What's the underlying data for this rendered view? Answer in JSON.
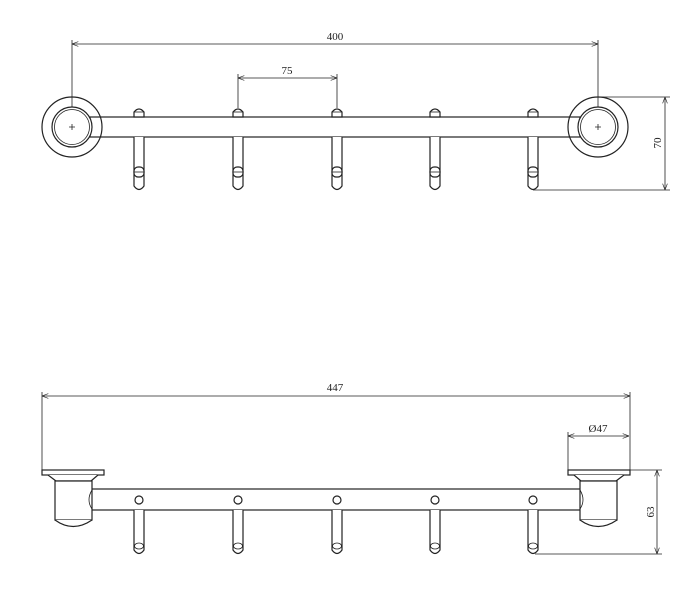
{
  "top_view": {
    "dim_overall_width": "400",
    "dim_hook_spacing": "75",
    "dim_depth": "70",
    "hook_count": 5
  },
  "side_view": {
    "dim_overall_length": "447",
    "dim_flange_diameter": "Ø47",
    "dim_height": "63",
    "hook_count": 5
  },
  "colors": {
    "line": "#222222",
    "background": "#ffffff"
  }
}
